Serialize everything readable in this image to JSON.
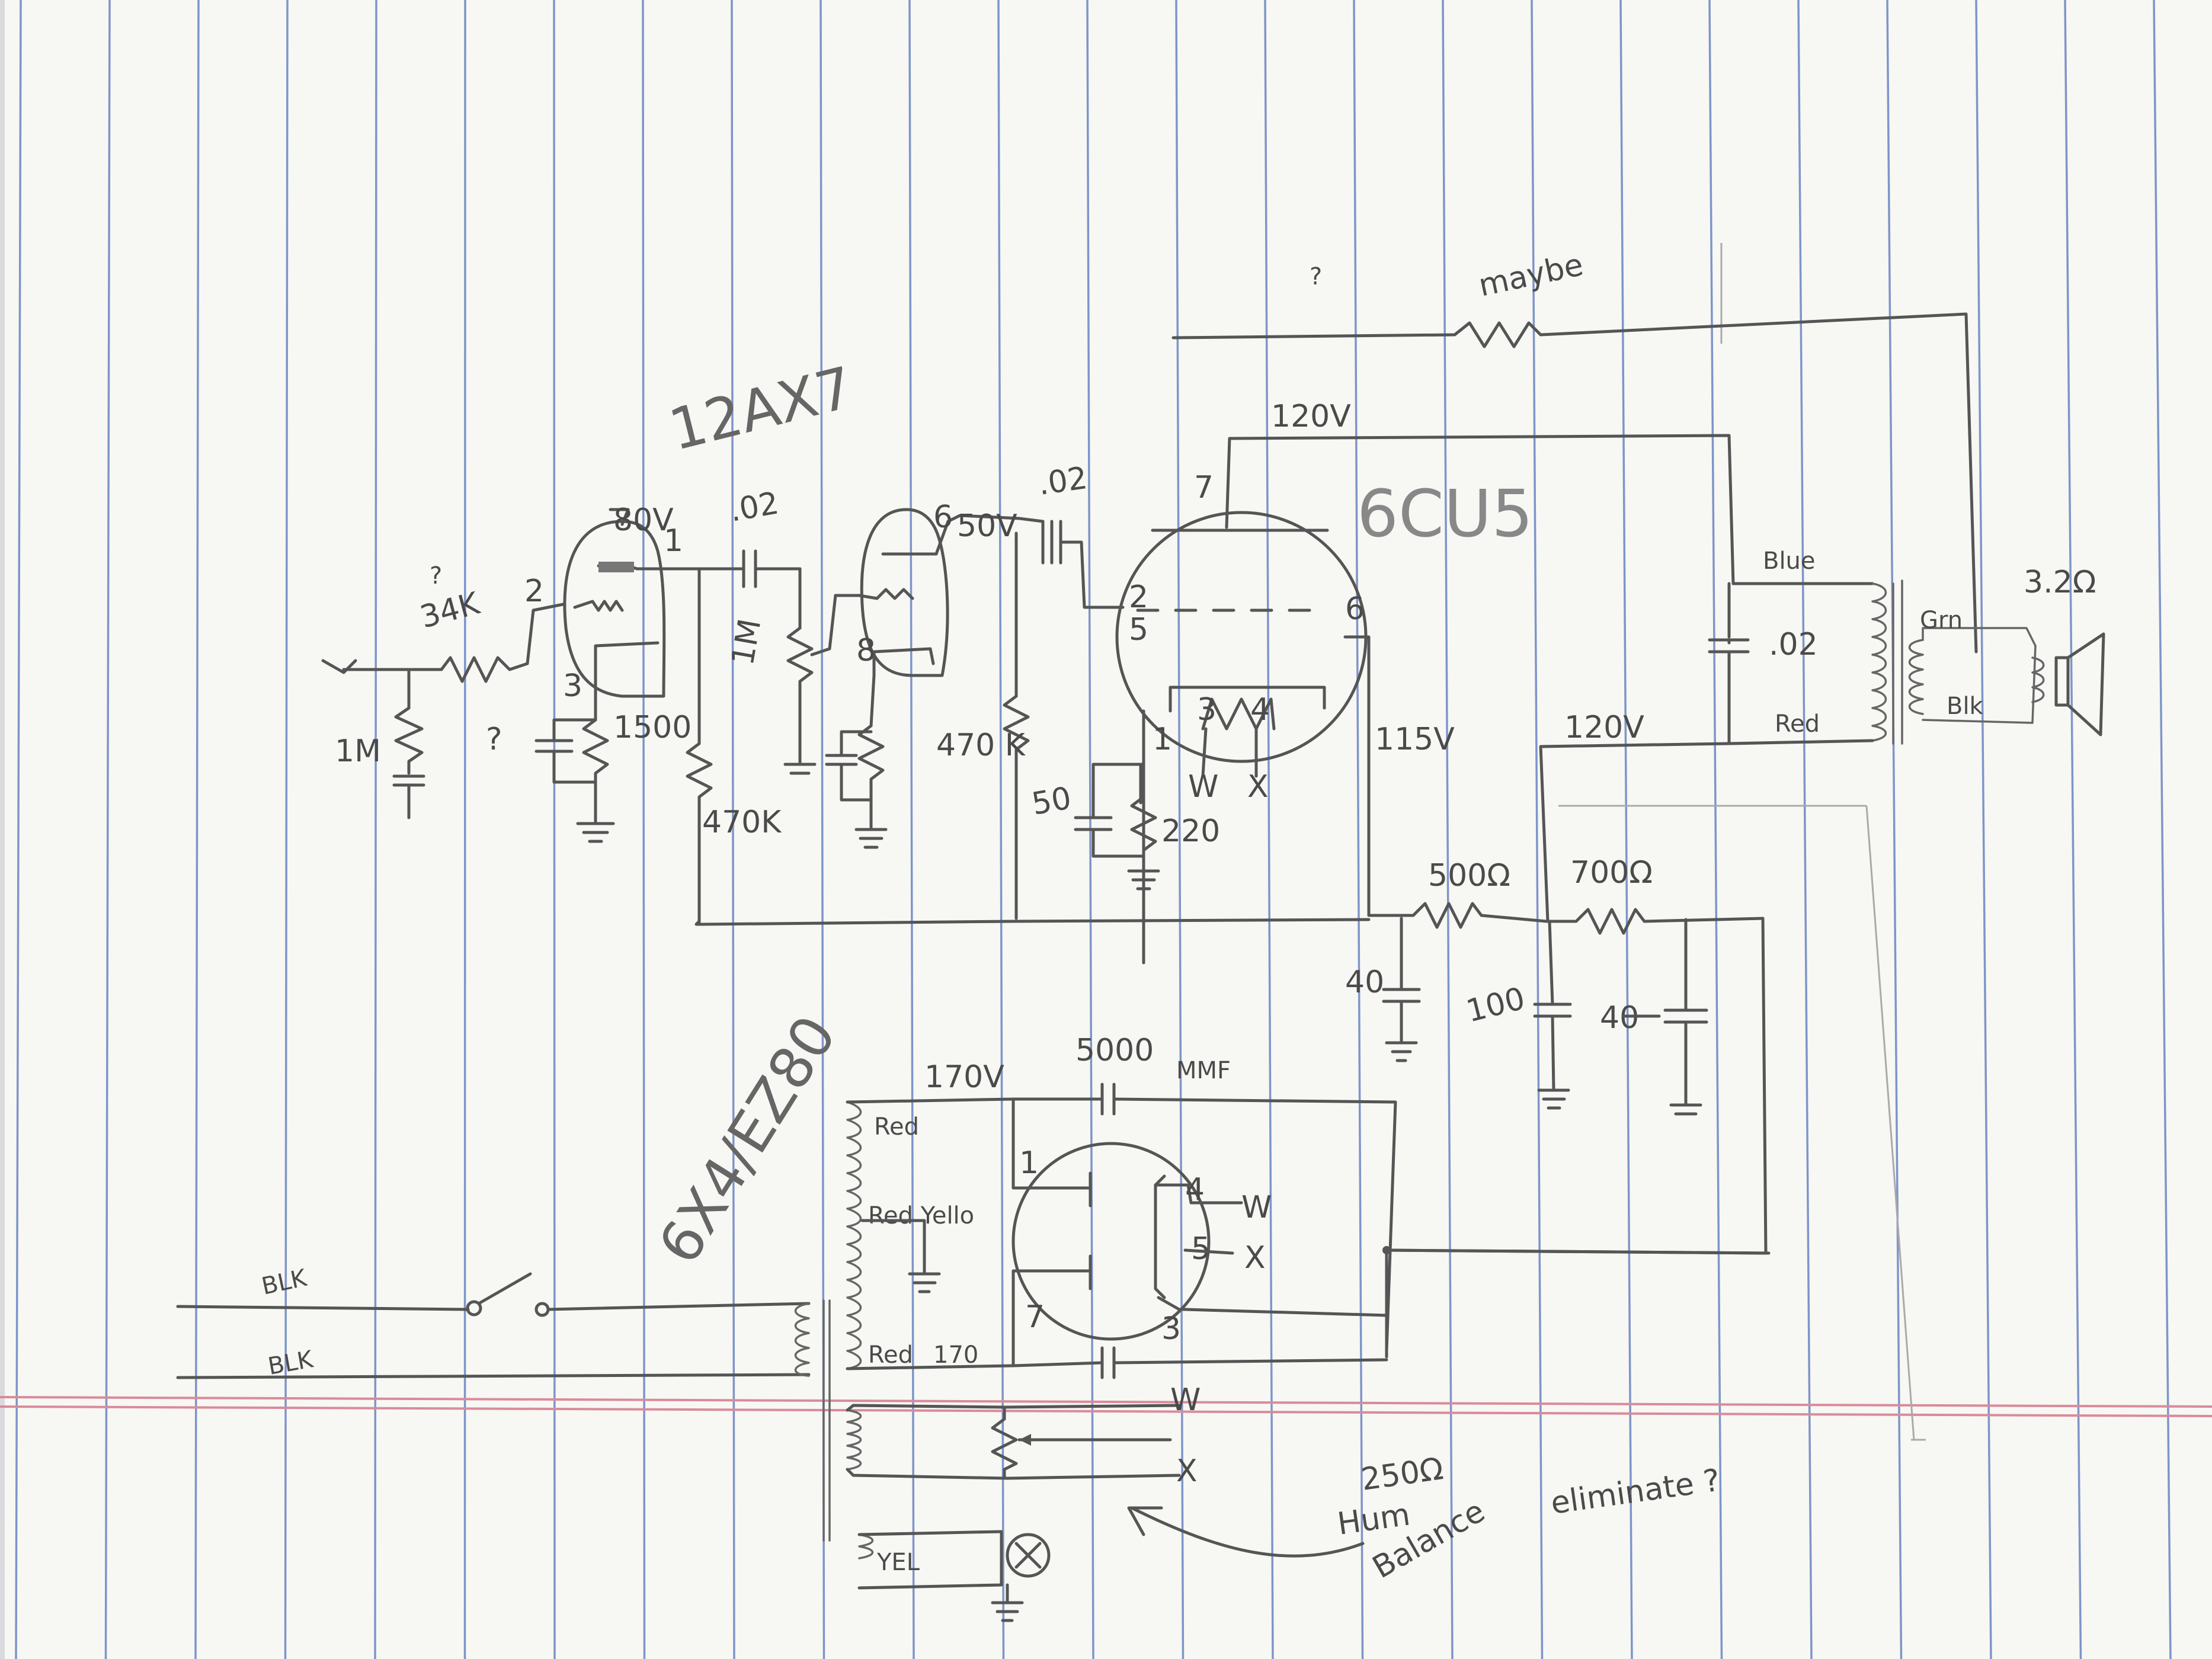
{
  "tubes": {
    "preamp": "12AX7",
    "power": "6CU5",
    "rectifier": "6X4/EZ80"
  },
  "labels": {
    "r_input_grid": "34K",
    "r_input_q": "?",
    "r_input_leak": "1M",
    "pin_v1_plate": "1",
    "pin_v1_grid": "2",
    "pin_v1_cathode": "3",
    "v1_plate_volts": "80V",
    "c_v1_bypass_q": "?",
    "r_v1_cathode": "1500",
    "c_coupling_1": ".02",
    "r_v1_plate": "470K",
    "pot_volume": "1M",
    "pin_v1b_plate": "6",
    "pin_v1b_cathode": "8",
    "v1b_plate_volts": "50V",
    "c_coupling_2": ".02",
    "r_v1b_plate": "470 K",
    "pin_out_plate": "7",
    "pin_out_grid_a": "2",
    "pin_out_grid_b": "5",
    "pin_out_screen": "6",
    "pin_out_cathode": "1",
    "pin_out_heater_a": "3",
    "pin_out_heater_b": "4",
    "heater_w": "W",
    "heater_x": "X",
    "plate_volts": "120V",
    "screen_volts": "115V",
    "c_out_cathode": "50",
    "r_out_cathode": "220",
    "r_feedback": "maybe",
    "feedback_q": "?",
    "ot_wire_blue": "Blue",
    "ot_wire_red": "Red",
    "c_plate_snubber": ".02",
    "ot_wire_grn": "Grn",
    "ot_wire_blk": "Blk",
    "speaker_ohms": "3.2Ω",
    "b_plus_volts": "120V",
    "r_filter_1": "500Ω",
    "r_filter_2": "700Ω",
    "c_filter_1": "40",
    "c_filter_2": "100",
    "c_filter_3": "40",
    "rect_volts": "170V",
    "c_rect": "5000",
    "c_rect_unit": "MMF",
    "pt_wire_red_top": "Red",
    "pt_wire_red_yello": "Red Yello",
    "pt_wire_red_bot": "Red",
    "rect_volts_bot": "170",
    "rect_pin_1": "1",
    "rect_pin_7": "7",
    "rect_pin_4": "4",
    "rect_pin_5": "5",
    "rect_pin_3": "3",
    "mains_blk_1": "BLK",
    "mains_blk_2": "BLK",
    "hum_w": "W",
    "hum_x": "X",
    "hum_ohms": "250Ω",
    "hum_note_1": "Hum",
    "hum_note_2": "Balance",
    "hum_note_3": "eliminate ?",
    "pilot_winding": "YEL"
  },
  "colors": {
    "paper": "#f7f7f4",
    "rule_blue": "#7e95c9",
    "rule_red": "#d98b9a",
    "pencil": "#555555"
  }
}
